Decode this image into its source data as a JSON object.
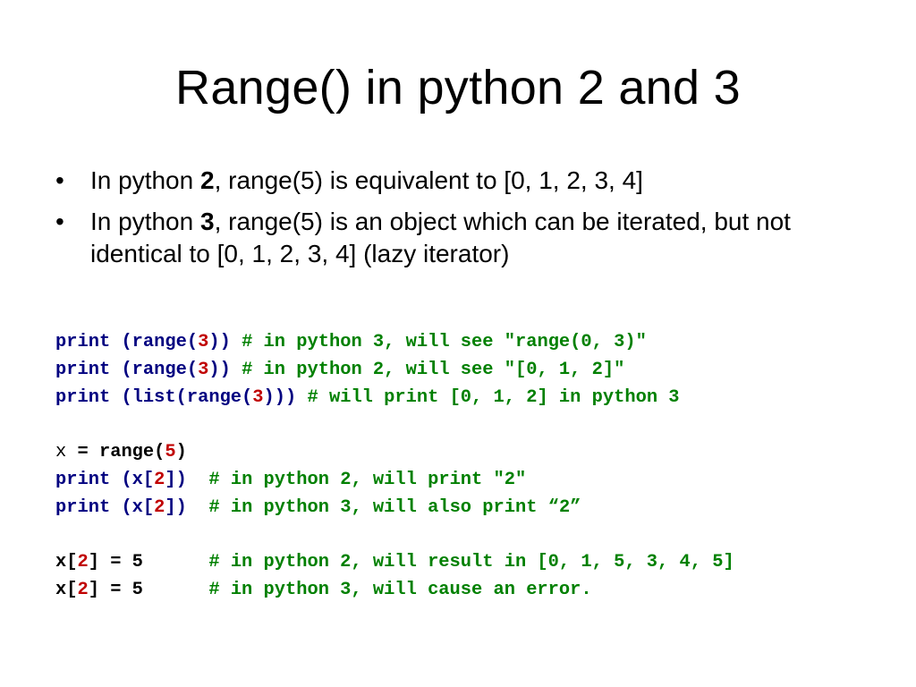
{
  "slide": {
    "title": "Range() in python 2 and 3",
    "bullets": [
      {
        "prefix": "In python ",
        "bold": "2",
        "suffix": ", range(5) is equivalent to [0, 1, 2, 3, 4]"
      },
      {
        "prefix": "In python ",
        "bold": "3",
        "suffix": ", range(5) is an object which can be iterated, but not identical to  [0, 1, 2, 3, 4] (lazy iterator)"
      }
    ],
    "bullet_glyph": "•",
    "code_lines": [
      [
        {
          "t": "print",
          "c": "kw"
        },
        {
          "t": " ",
          "c": "plain"
        },
        {
          "t": "(range(",
          "c": "kw"
        },
        {
          "t": "3",
          "c": "num"
        },
        {
          "t": "))",
          "c": "kw"
        },
        {
          "t": " ",
          "c": "plain"
        },
        {
          "t": "# in python 3, will see \"range(0, 3)\"",
          "c": "cm"
        }
      ],
      [
        {
          "t": "print",
          "c": "kw"
        },
        {
          "t": " ",
          "c": "plain"
        },
        {
          "t": "(range(",
          "c": "kw"
        },
        {
          "t": "3",
          "c": "num"
        },
        {
          "t": "))",
          "c": "kw"
        },
        {
          "t": " ",
          "c": "plain"
        },
        {
          "t": "# in python 2, will see \"[0, 1, 2]\"",
          "c": "cm"
        }
      ],
      [
        {
          "t": "print",
          "c": "kw"
        },
        {
          "t": " ",
          "c": "plain"
        },
        {
          "t": "(list(range(",
          "c": "kw"
        },
        {
          "t": "3",
          "c": "num"
        },
        {
          "t": ")))",
          "c": "kw"
        },
        {
          "t": " ",
          "c": "plain"
        },
        {
          "t": "# will print [0, 1, 2] in python 3",
          "c": "cm"
        }
      ],
      [],
      [
        {
          "t": "x",
          "c": "var-light"
        },
        {
          "t": " = ",
          "c": "plain"
        },
        {
          "t": "range(",
          "c": "plain"
        },
        {
          "t": "5",
          "c": "num"
        },
        {
          "t": ")",
          "c": "plain"
        }
      ],
      [
        {
          "t": "print",
          "c": "kw"
        },
        {
          "t": " ",
          "c": "plain"
        },
        {
          "t": "(x[",
          "c": "kw"
        },
        {
          "t": "2",
          "c": "num"
        },
        {
          "t": "])",
          "c": "kw"
        },
        {
          "t": "  ",
          "c": "plain"
        },
        {
          "t": "# in python 2, will print \"2\"",
          "c": "cm"
        }
      ],
      [
        {
          "t": "print",
          "c": "kw"
        },
        {
          "t": " ",
          "c": "plain"
        },
        {
          "t": "(x[",
          "c": "kw"
        },
        {
          "t": "2",
          "c": "num"
        },
        {
          "t": "])",
          "c": "kw"
        },
        {
          "t": "  ",
          "c": "plain"
        },
        {
          "t": "# in python 3, will also print “2”",
          "c": "cm"
        }
      ],
      [],
      [
        {
          "t": "x[",
          "c": "plain"
        },
        {
          "t": "2",
          "c": "num"
        },
        {
          "t": "] = 5      ",
          "c": "plain"
        },
        {
          "t": "# in python 2, will result in [0, 1, 5, 3, 4, 5]",
          "c": "cm"
        }
      ],
      [
        {
          "t": "x[",
          "c": "plain"
        },
        {
          "t": "2",
          "c": "num"
        },
        {
          "t": "] = 5      ",
          "c": "plain"
        },
        {
          "t": "# in python 3, will cause an error.",
          "c": "cm"
        }
      ]
    ]
  },
  "colors": {
    "keyword": "#000080",
    "number": "#c00000",
    "comment": "#008000",
    "text": "#000000",
    "background": "#ffffff"
  }
}
